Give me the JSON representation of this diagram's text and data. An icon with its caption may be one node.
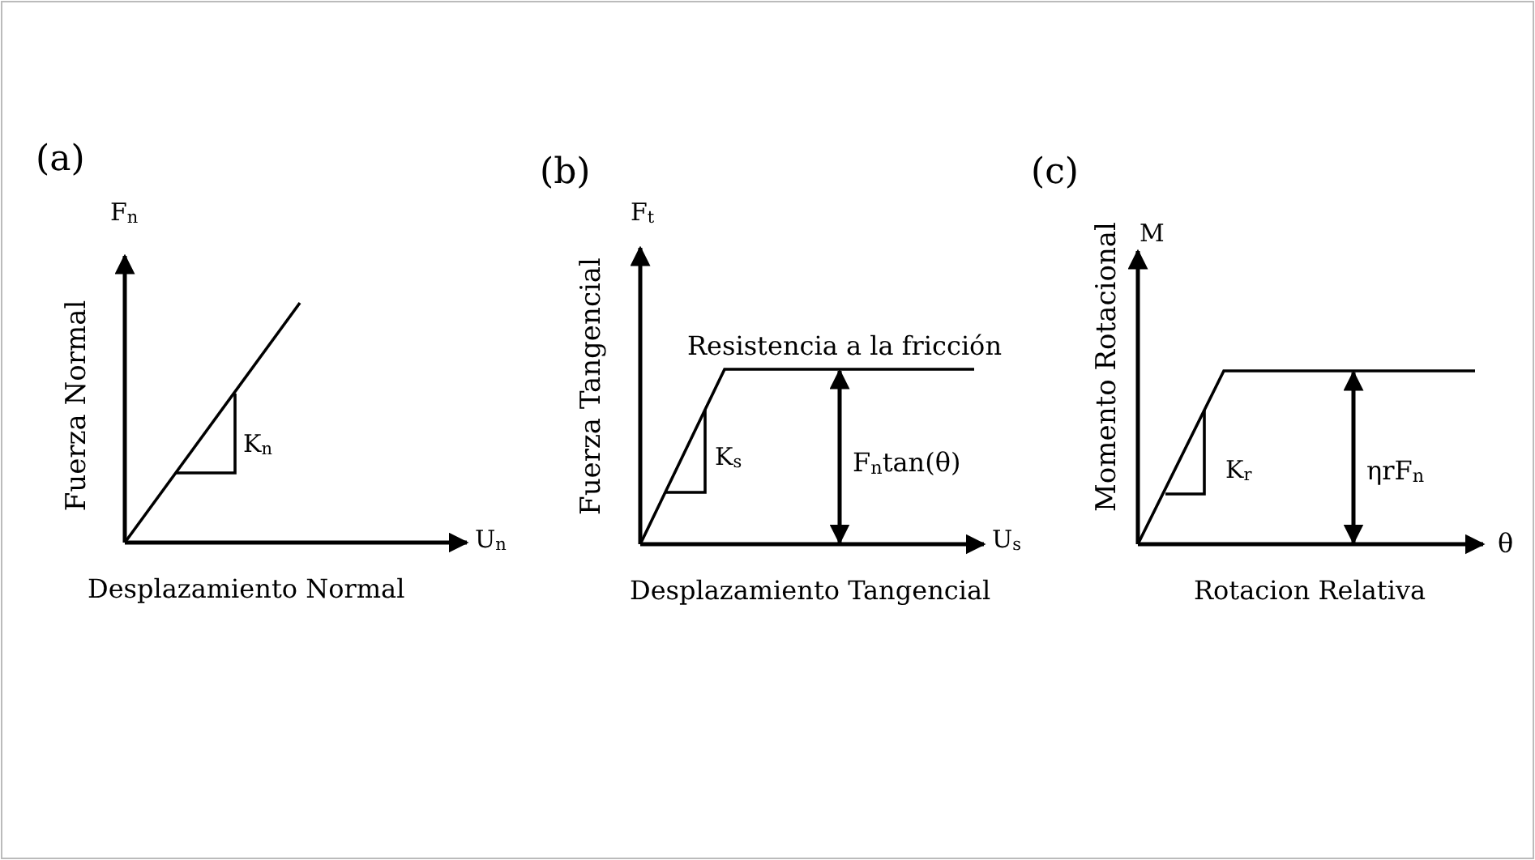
{
  "diagram": {
    "labels": [
      "(a)",
      "F$_{n}$",
      "Fuerza Normal",
      "K$_{n}$",
      "U$_{n}$",
      "Desplazamiento Normal",
      "(b)",
      "F$_{t}$",
      "Fuerza Tangencial",
      "Resistencia a la fricción",
      "K$_{s}$",
      "F$_{n}$tan(θ)",
      "U$_{s}$",
      "Desplazamiento Tangencial",
      "(c)",
      "M",
      "Momento Rotacional",
      "K$_{r}$",
      "ηrF$_{n}$",
      "θ",
      "Rotacion Relativa"
    ]
  }
}
